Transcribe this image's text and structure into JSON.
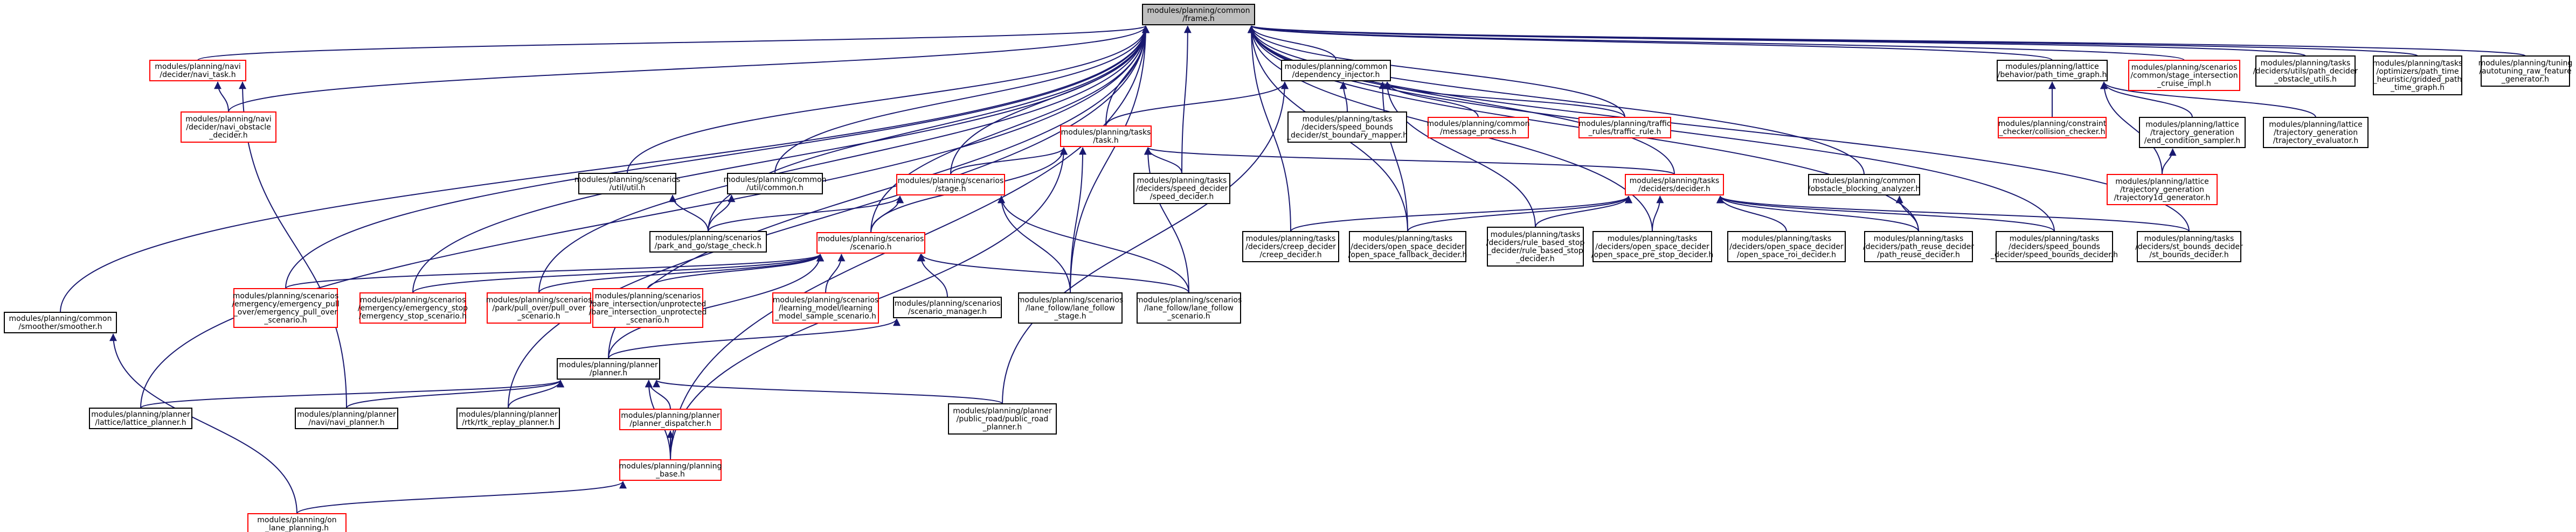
{
  "colors": {
    "edge": "#191970",
    "box_default": "#000000",
    "box_incomplete": "#ff0000",
    "box_root_fill": "#bfbfbf"
  },
  "root_node": "frame",
  "nodes": [
    {
      "id": "frame",
      "lines": [
        "modules/planning/common",
        "/frame.h"
      ],
      "style": "root"
    },
    {
      "id": "smoother",
      "lines": [
        "modules/planning/common",
        "/smoother/smoother.h"
      ],
      "style": "default"
    },
    {
      "id": "navi_task",
      "lines": [
        "modules/planning/navi",
        "/decider/navi_task.h"
      ],
      "style": "incomplete"
    },
    {
      "id": "navi_obstacle",
      "lines": [
        "modules/planning/navi",
        "/decider/navi_obstacle",
        "_decider.h"
      ],
      "style": "incomplete"
    },
    {
      "id": "dependency_injector",
      "lines": [
        "modules/planning/common",
        "/dependency_injector.h"
      ],
      "style": "default"
    },
    {
      "id": "task",
      "lines": [
        "modules/planning/tasks",
        "/task.h"
      ],
      "style": "incomplete"
    },
    {
      "id": "st_boundary_mapper",
      "lines": [
        "modules/planning/tasks",
        "/deciders/speed_bounds",
        "_decider/st_boundary_mapper.h"
      ],
      "style": "default"
    },
    {
      "id": "message_process",
      "lines": [
        "modules/planning/common",
        "/message_process.h"
      ],
      "style": "incomplete"
    },
    {
      "id": "traffic_rule",
      "lines": [
        "modules/planning/traffic",
        "_rules/traffic_rule.h"
      ],
      "style": "incomplete"
    },
    {
      "id": "util",
      "lines": [
        "modules/planning/scenarios",
        "/util/util.h"
      ],
      "style": "default"
    },
    {
      "id": "util_common",
      "lines": [
        "modules/planning/common",
        "/util/common.h"
      ],
      "style": "default"
    },
    {
      "id": "stage",
      "lines": [
        "modules/planning/scenarios",
        "/stage.h"
      ],
      "style": "incomplete"
    },
    {
      "id": "speed_decider",
      "lines": [
        "modules/planning/tasks",
        "/deciders/speed_decider",
        "/speed_decider.h"
      ],
      "style": "default"
    },
    {
      "id": "decider",
      "lines": [
        "modules/planning/tasks",
        "/deciders/decider.h"
      ],
      "style": "incomplete"
    },
    {
      "id": "obstacle_blocking",
      "lines": [
        "modules/planning/common",
        "/obstacle_blocking_analyzer.h"
      ],
      "style": "default"
    },
    {
      "id": "path_time_graph",
      "lines": [
        "modules/planning/lattice",
        "/behavior/path_time_graph.h"
      ],
      "style": "default"
    },
    {
      "id": "stage_intersection",
      "lines": [
        "modules/planning/scenarios",
        "/common/stage_intersection",
        "_cruise_impl.h"
      ],
      "style": "incomplete"
    },
    {
      "id": "path_decider_obstacle_utils",
      "lines": [
        "modules/planning/tasks",
        "/deciders/utils/path_decider",
        "_obstacle_utils.h"
      ],
      "style": "default"
    },
    {
      "id": "gridded_path_time_graph",
      "lines": [
        "modules/planning/tasks",
        "/optimizers/path_time",
        "_heuristic/gridded_path",
        "_time_graph.h"
      ],
      "style": "default"
    },
    {
      "id": "autotuning",
      "lines": [
        "modules/planning/tuning",
        "/autotuning_raw_feature",
        "_generator.h"
      ],
      "style": "default"
    },
    {
      "id": "collision_checker",
      "lines": [
        "modules/planning/constraint",
        "_checker/collision_checker.h"
      ],
      "style": "incomplete"
    },
    {
      "id": "end_condition_sampler",
      "lines": [
        "modules/planning/lattice",
        "/trajectory_generation",
        "/end_condition_sampler.h"
      ],
      "style": "default"
    },
    {
      "id": "trajectory_evaluator",
      "lines": [
        "modules/planning/lattice",
        "/trajectory_generation",
        "/trajectory_evaluator.h"
      ],
      "style": "default"
    },
    {
      "id": "trajectory1d_generator",
      "lines": [
        "modules/planning/lattice",
        "/trajectory_generation",
        "/trajectory1d_generator.h"
      ],
      "style": "incomplete"
    },
    {
      "id": "park_and_go",
      "lines": [
        "modules/planning/scenarios",
        "/park_and_go/stage_check.h"
      ],
      "style": "default"
    },
    {
      "id": "scenario",
      "lines": [
        "modules/planning/scenarios",
        "/scenario.h"
      ],
      "style": "incomplete"
    },
    {
      "id": "creep_decider",
      "lines": [
        "modules/planning/tasks",
        "/deciders/creep_decider",
        "/creep_decider.h"
      ],
      "style": "default"
    },
    {
      "id": "open_space_fallback",
      "lines": [
        "modules/planning/tasks",
        "/deciders/open_space_decider",
        "/open_space_fallback_decider.h"
      ],
      "style": "default"
    },
    {
      "id": "rule_based_stop",
      "lines": [
        "modules/planning/tasks",
        "/deciders/rule_based_stop",
        "_decider/rule_based_stop",
        "_decider.h"
      ],
      "style": "default"
    },
    {
      "id": "open_space_pre_stop",
      "lines": [
        "modules/planning/tasks",
        "/deciders/open_space_decider",
        "/open_space_pre_stop_decider.h"
      ],
      "style": "default"
    },
    {
      "id": "open_space_roi",
      "lines": [
        "modules/planning/tasks",
        "/deciders/open_space_decider",
        "/open_space_roi_decider.h"
      ],
      "style": "default"
    },
    {
      "id": "path_reuse",
      "lines": [
        "modules/planning/tasks",
        "/deciders/path_reuse_decider",
        "/path_reuse_decider.h"
      ],
      "style": "default"
    },
    {
      "id": "speed_bounds_decider",
      "lines": [
        "modules/planning/tasks",
        "/deciders/speed_bounds",
        "_decider/speed_bounds_decider.h"
      ],
      "style": "default"
    },
    {
      "id": "st_bounds_decider",
      "lines": [
        "modules/planning/tasks",
        "/deciders/st_bounds_decider",
        "/st_bounds_decider.h"
      ],
      "style": "default"
    },
    {
      "id": "emergency_pull_over",
      "lines": [
        "modules/planning/scenarios",
        "/emergency/emergency_pull",
        "_over/emergency_pull_over",
        "_scenario.h"
      ],
      "style": "incomplete"
    },
    {
      "id": "emergency_stop",
      "lines": [
        "modules/planning/scenarios",
        "/emergency/emergency_stop",
        "/emergency_stop_scenario.h"
      ],
      "style": "incomplete"
    },
    {
      "id": "pull_over",
      "lines": [
        "modules/planning/scenarios",
        "/park/pull_over/pull_over",
        "_scenario.h"
      ],
      "style": "incomplete"
    },
    {
      "id": "bare_intersection",
      "lines": [
        "modules/planning/scenarios",
        "/bare_intersection/unprotected",
        "/bare_intersection_unprotected",
        "_scenario.h"
      ],
      "style": "incomplete"
    },
    {
      "id": "learning_model",
      "lines": [
        "modules/planning/scenarios",
        "/learning_model/learning",
        "_model_sample_scenario.h"
      ],
      "style": "incomplete"
    },
    {
      "id": "scenario_manager",
      "lines": [
        "modules/planning/scenarios",
        "/scenario_manager.h"
      ],
      "style": "default"
    },
    {
      "id": "lane_follow_stage",
      "lines": [
        "modules/planning/scenarios",
        "/lane_follow/lane_follow",
        "_stage.h"
      ],
      "style": "default"
    },
    {
      "id": "lane_follow_scenario",
      "lines": [
        "modules/planning/scenarios",
        "/lane_follow/lane_follow",
        "_scenario.h"
      ],
      "style": "default"
    },
    {
      "id": "planner",
      "lines": [
        "modules/planning/planner",
        "/planner.h"
      ],
      "style": "default"
    },
    {
      "id": "lattice_planner",
      "lines": [
        "modules/planning/planner",
        "/lattice/lattice_planner.h"
      ],
      "style": "default"
    },
    {
      "id": "navi_planner",
      "lines": [
        "modules/planning/planner",
        "/navi/navi_planner.h"
      ],
      "style": "default"
    },
    {
      "id": "rtk_replay",
      "lines": [
        "modules/planning/planner",
        "/rtk/rtk_replay_planner.h"
      ],
      "style": "default"
    },
    {
      "id": "planner_dispatcher",
      "lines": [
        "modules/planning/planner",
        "/planner_dispatcher.h"
      ],
      "style": "incomplete"
    },
    {
      "id": "public_road",
      "lines": [
        "modules/planning/planner",
        "/public_road/public_road",
        "_planner.h"
      ],
      "style": "default"
    },
    {
      "id": "planning_base",
      "lines": [
        "modules/planning/planning",
        "_base.h"
      ],
      "style": "incomplete"
    },
    {
      "id": "on_lane_planning",
      "lines": [
        "modules/planning/on",
        "_lane_planning.h"
      ],
      "style": "incomplete"
    }
  ],
  "edges": [
    [
      "smoother",
      "frame"
    ],
    [
      "navi_task",
      "frame"
    ],
    [
      "navi_obstacle",
      "frame"
    ],
    [
      "dependency_injector",
      "frame"
    ],
    [
      "task",
      "frame"
    ],
    [
      "traffic_rule",
      "frame"
    ],
    [
      "util",
      "frame"
    ],
    [
      "util_common",
      "frame"
    ],
    [
      "stage",
      "frame"
    ],
    [
      "speed_decider",
      "frame"
    ],
    [
      "decider",
      "frame"
    ],
    [
      "obstacle_blocking",
      "frame"
    ],
    [
      "path_time_graph",
      "frame"
    ],
    [
      "stage_intersection",
      "frame"
    ],
    [
      "path_decider_obstacle_utils",
      "frame"
    ],
    [
      "gridded_path_time_graph",
      "frame"
    ],
    [
      "autotuning",
      "frame"
    ],
    [
      "park_and_go",
      "frame"
    ],
    [
      "scenario",
      "frame"
    ],
    [
      "creep_decider",
      "frame"
    ],
    [
      "open_space_fallback",
      "frame"
    ],
    [
      "open_space_pre_stop",
      "frame"
    ],
    [
      "path_reuse",
      "frame"
    ],
    [
      "speed_bounds_decider",
      "frame"
    ],
    [
      "st_bounds_decider",
      "frame"
    ],
    [
      "emergency_pull_over",
      "frame"
    ],
    [
      "emergency_stop",
      "frame"
    ],
    [
      "pull_over",
      "frame"
    ],
    [
      "lane_follow_stage",
      "frame"
    ],
    [
      "planner",
      "frame"
    ],
    [
      "lattice_planner",
      "frame"
    ],
    [
      "rtk_replay",
      "frame"
    ],
    [
      "planning_base",
      "frame"
    ],
    [
      "navi_obstacle",
      "navi_task"
    ],
    [
      "navi_planner",
      "navi_task"
    ],
    [
      "on_lane_planning",
      "smoother"
    ],
    [
      "task",
      "dependency_injector"
    ],
    [
      "st_boundary_mapper",
      "dependency_injector"
    ],
    [
      "message_process",
      "dependency_injector"
    ],
    [
      "traffic_rule",
      "dependency_injector"
    ],
    [
      "open_space_fallback",
      "dependency_injector"
    ],
    [
      "rule_based_stop",
      "dependency_injector"
    ],
    [
      "public_road",
      "dependency_injector"
    ],
    [
      "stage",
      "task"
    ],
    [
      "speed_decider",
      "task"
    ],
    [
      "decider",
      "task"
    ],
    [
      "scenario",
      "task"
    ],
    [
      "lane_follow_stage",
      "task"
    ],
    [
      "lane_follow_scenario",
      "task"
    ],
    [
      "planning_base",
      "task"
    ],
    [
      "park_and_go",
      "util"
    ],
    [
      "park_and_go",
      "util_common"
    ],
    [
      "park_and_go",
      "stage"
    ],
    [
      "scenario",
      "stage"
    ],
    [
      "lane_follow_stage",
      "stage"
    ],
    [
      "lane_follow_scenario",
      "stage"
    ],
    [
      "creep_decider",
      "decider"
    ],
    [
      "open_space_fallback",
      "decider"
    ],
    [
      "rule_based_stop",
      "decider"
    ],
    [
      "open_space_pre_stop",
      "decider"
    ],
    [
      "open_space_roi",
      "decider"
    ],
    [
      "path_reuse",
      "decider"
    ],
    [
      "speed_bounds_decider",
      "decider"
    ],
    [
      "st_bounds_decider",
      "decider"
    ],
    [
      "path_reuse",
      "obstacle_blocking"
    ],
    [
      "collision_checker",
      "path_time_graph"
    ],
    [
      "end_condition_sampler",
      "path_time_graph"
    ],
    [
      "trajectory_evaluator",
      "path_time_graph"
    ],
    [
      "trajectory1d_generator",
      "path_time_graph"
    ],
    [
      "trajectory1d_generator",
      "end_condition_sampler"
    ],
    [
      "emergency_pull_over",
      "scenario"
    ],
    [
      "emergency_stop",
      "scenario"
    ],
    [
      "pull_over",
      "scenario"
    ],
    [
      "bare_intersection",
      "scenario"
    ],
    [
      "learning_model",
      "scenario"
    ],
    [
      "scenario_manager",
      "scenario"
    ],
    [
      "lane_follow_scenario",
      "scenario"
    ],
    [
      "planner",
      "scenario"
    ],
    [
      "planner",
      "scenario_manager"
    ],
    [
      "lattice_planner",
      "planner"
    ],
    [
      "navi_planner",
      "planner"
    ],
    [
      "rtk_replay",
      "planner"
    ],
    [
      "planner_dispatcher",
      "planner"
    ],
    [
      "public_road",
      "planner"
    ],
    [
      "planning_base",
      "planner"
    ],
    [
      "planning_base",
      "planner_dispatcher"
    ],
    [
      "on_lane_planning",
      "planning_base"
    ]
  ]
}
